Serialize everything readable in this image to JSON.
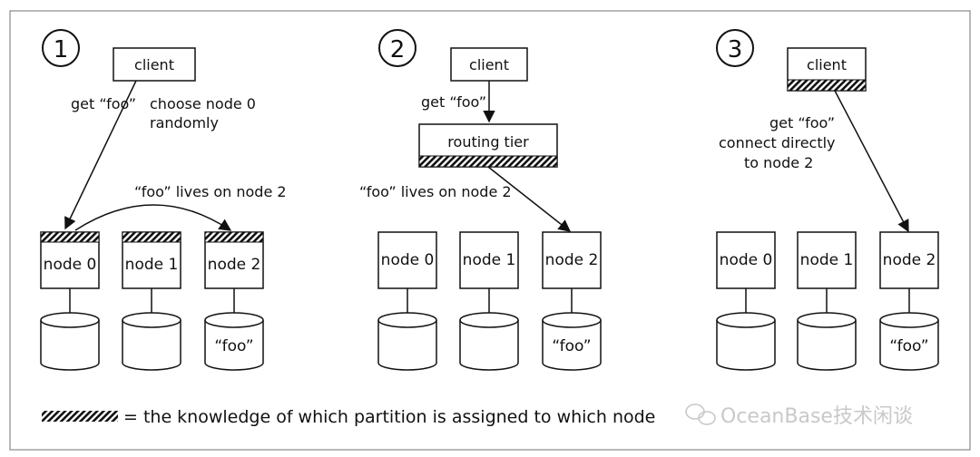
{
  "panels": [
    {
      "number": "1",
      "client_label": "client",
      "annotations": [
        {
          "id": "get-foo",
          "text": "get “foo”"
        },
        {
          "id": "choose-node-line1",
          "text": "choose node 0"
        },
        {
          "id": "choose-node-line2",
          "text": "randomly"
        },
        {
          "id": "lives-on",
          "text": "“foo” lives on node 2"
        }
      ],
      "nodes": [
        "node 0",
        "node 1",
        "node 2"
      ],
      "disk_labels": [
        "",
        "",
        "“foo”"
      ]
    },
    {
      "number": "2",
      "client_label": "client",
      "routing_tier_label": "routing tier",
      "annotations": [
        {
          "id": "get-foo",
          "text": "get “foo”"
        },
        {
          "id": "lives-on",
          "text": "“foo” lives on node 2"
        }
      ],
      "nodes": [
        "node 0",
        "node 1",
        "node 2"
      ],
      "disk_labels": [
        "",
        "",
        "“foo”"
      ]
    },
    {
      "number": "3",
      "client_label": "client",
      "annotations": [
        {
          "id": "get-foo",
          "text": "get “foo”"
        },
        {
          "id": "connect-line1",
          "text": "connect directly"
        },
        {
          "id": "connect-line2",
          "text": "to node 2"
        }
      ],
      "nodes": [
        "node 0",
        "node 1",
        "node 2"
      ],
      "disk_labels": [
        "",
        "",
        "“foo”"
      ]
    }
  ],
  "legend": {
    "text": "= the knowledge of which partition is assigned to which node"
  },
  "watermark": {
    "text": "OceanBase技术闲谈",
    "icon": "wechat-icon"
  },
  "colors": {
    "stroke": "#111111",
    "hatch_background": "#ffffff",
    "watermark": "#c9c9c9"
  }
}
